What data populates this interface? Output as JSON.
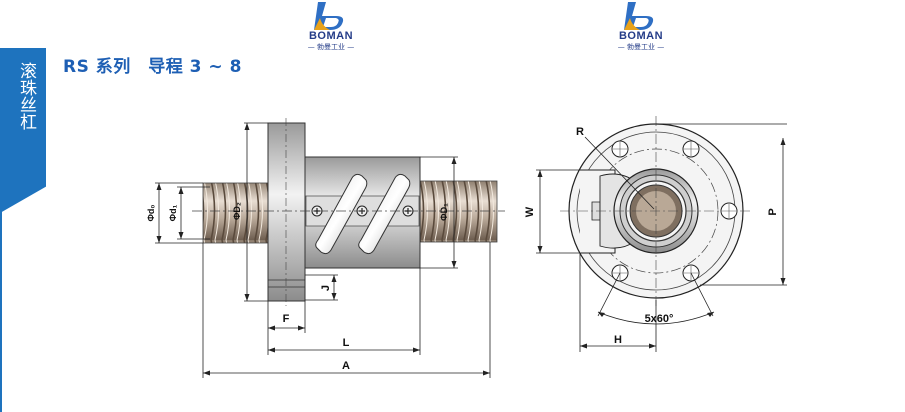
{
  "sidebar": {
    "label": "滚珠丝杠"
  },
  "title": "RS 系列　导程 3 ∼ 8",
  "logos": [
    {
      "wordmark": "BOMAN",
      "subtitle": "— 勃曼工业 —"
    },
    {
      "wordmark": "BOMAN",
      "subtitle": "— 勃曼工业 —"
    }
  ],
  "dims": {
    "F": "F",
    "L": "L",
    "A": "A",
    "J": "J",
    "W": "W",
    "P": "P",
    "H": "H",
    "R": "R",
    "bolt_pattern": "5x60°",
    "d0": "Φd₀",
    "d1": "Φd₁",
    "D2": "ΦD₂",
    "D1": "ΦD₁"
  },
  "colors": {
    "accent": "#1e73be",
    "title": "#1e5fb4",
    "logo": "#243c88"
  }
}
